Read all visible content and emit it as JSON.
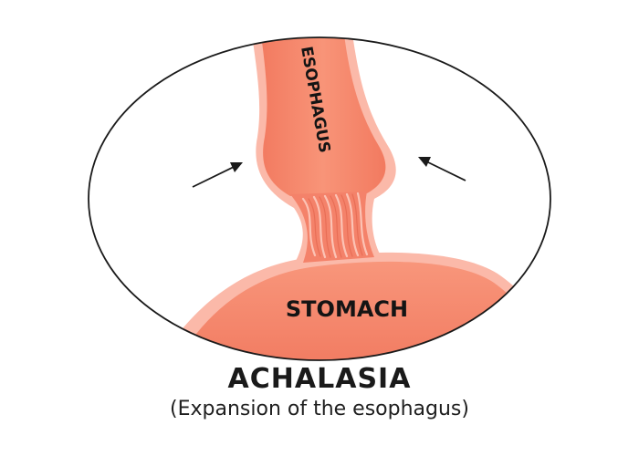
{
  "labels": {
    "esophagus": "ESOPHAGUS",
    "stomach": "STOMACH"
  },
  "caption": {
    "title": "ACHALASIA",
    "subtitle": "(Expansion of the esophagus)"
  },
  "colors": {
    "tissue_fill": "#f6876d",
    "tissue_outline": "#f9b7a8",
    "tissue_shade": "#e86a52",
    "outline": "#1a1a1a",
    "background": "#ffffff"
  },
  "icons": [
    "arrow-left-pointer",
    "arrow-right-pointer"
  ]
}
